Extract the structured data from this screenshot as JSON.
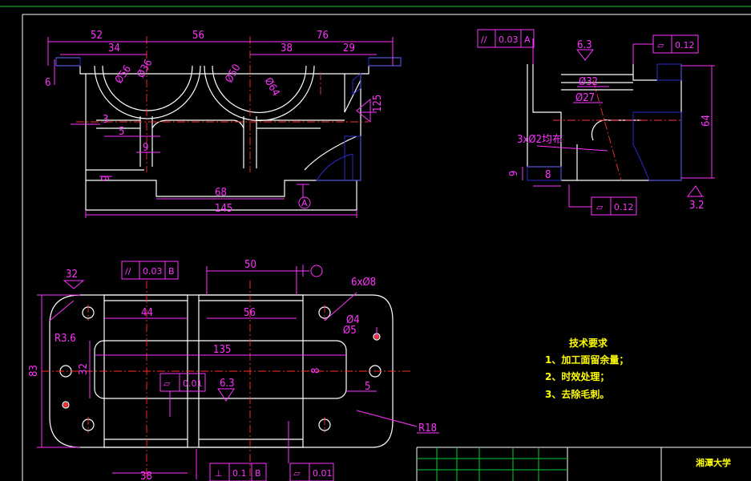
{
  "front_view": {
    "dims": [
      "52",
      "34",
      "56",
      "76",
      "38",
      "29",
      "Ø36",
      "Ø56",
      "Ø50",
      "Ø64",
      "6",
      "3",
      "5",
      "9",
      "9",
      "68",
      "145",
      "125"
    ],
    "datum": "A"
  },
  "side_view": {
    "fcf_parallel": {
      "symbol": "//",
      "tol": "0.03",
      "datum": "A"
    },
    "fcf_flat_top": {
      "symbol": "▱",
      "tol": "0.12"
    },
    "fcf_flat_bottom": {
      "symbol": "▱",
      "tol": "0.12"
    },
    "dims": [
      "Ø32",
      "Ø27",
      "3xØ2均布",
      "64",
      "9",
      "8"
    ],
    "roughness": [
      "6.3",
      "3.2"
    ]
  },
  "top_view": {
    "fcf_parallel": {
      "symbol": "//",
      "tol": "0.03",
      "datum": "B"
    },
    "fcf_flat": {
      "symbol": "▱",
      "tol": "0.01"
    },
    "fcf_perp": {
      "symbol": "⊥",
      "tol": "0.1",
      "datum": "B"
    },
    "fcf_flat_bottom": {
      "symbol": "▱",
      "tol": "0.01"
    },
    "dims": [
      "50",
      "6xØ8",
      "44",
      "56",
      "Ø4",
      "Ø5",
      "R3.6",
      "135",
      "83",
      "32",
      "8",
      "5",
      "R18",
      "38"
    ],
    "roughness": [
      "32",
      "6.3"
    ]
  },
  "tech_requirements": {
    "title": "技术要求",
    "items": [
      "1、加工面留余量；",
      "2、时效处理；",
      "3、去除毛刺。"
    ]
  },
  "title_block": {
    "school": "湘潭大学"
  }
}
